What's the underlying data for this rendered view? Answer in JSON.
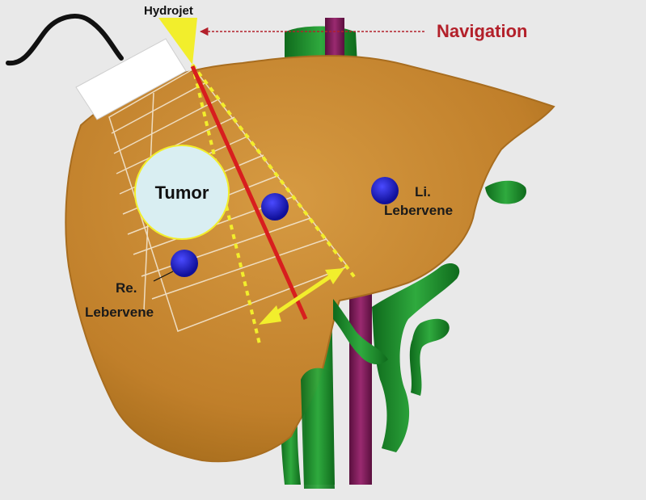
{
  "labels": {
    "hydrojet": "Hydrojet",
    "navigation": "Navigation",
    "tumor": "Tumor",
    "left_vein_line1": "Li.",
    "left_vein_line2": "Lebervene",
    "right_vein_line1": "Re.",
    "right_vein_line2": "Lebervene"
  },
  "colors": {
    "background": "#e9e9e9",
    "liver": "#c7882f",
    "liver_edge": "#a86d1f",
    "vessel_green": "#1f8a2e",
    "vessel_purple": "#7a1a55",
    "tumor_fill": "#d9eef2",
    "vein_blue": "#1818c8",
    "cut_line_red": "#d81e1e",
    "guide_yellow": "#f2ee2c",
    "navigation_red": "#b3202a",
    "grid_white": "#f3e6d0"
  }
}
